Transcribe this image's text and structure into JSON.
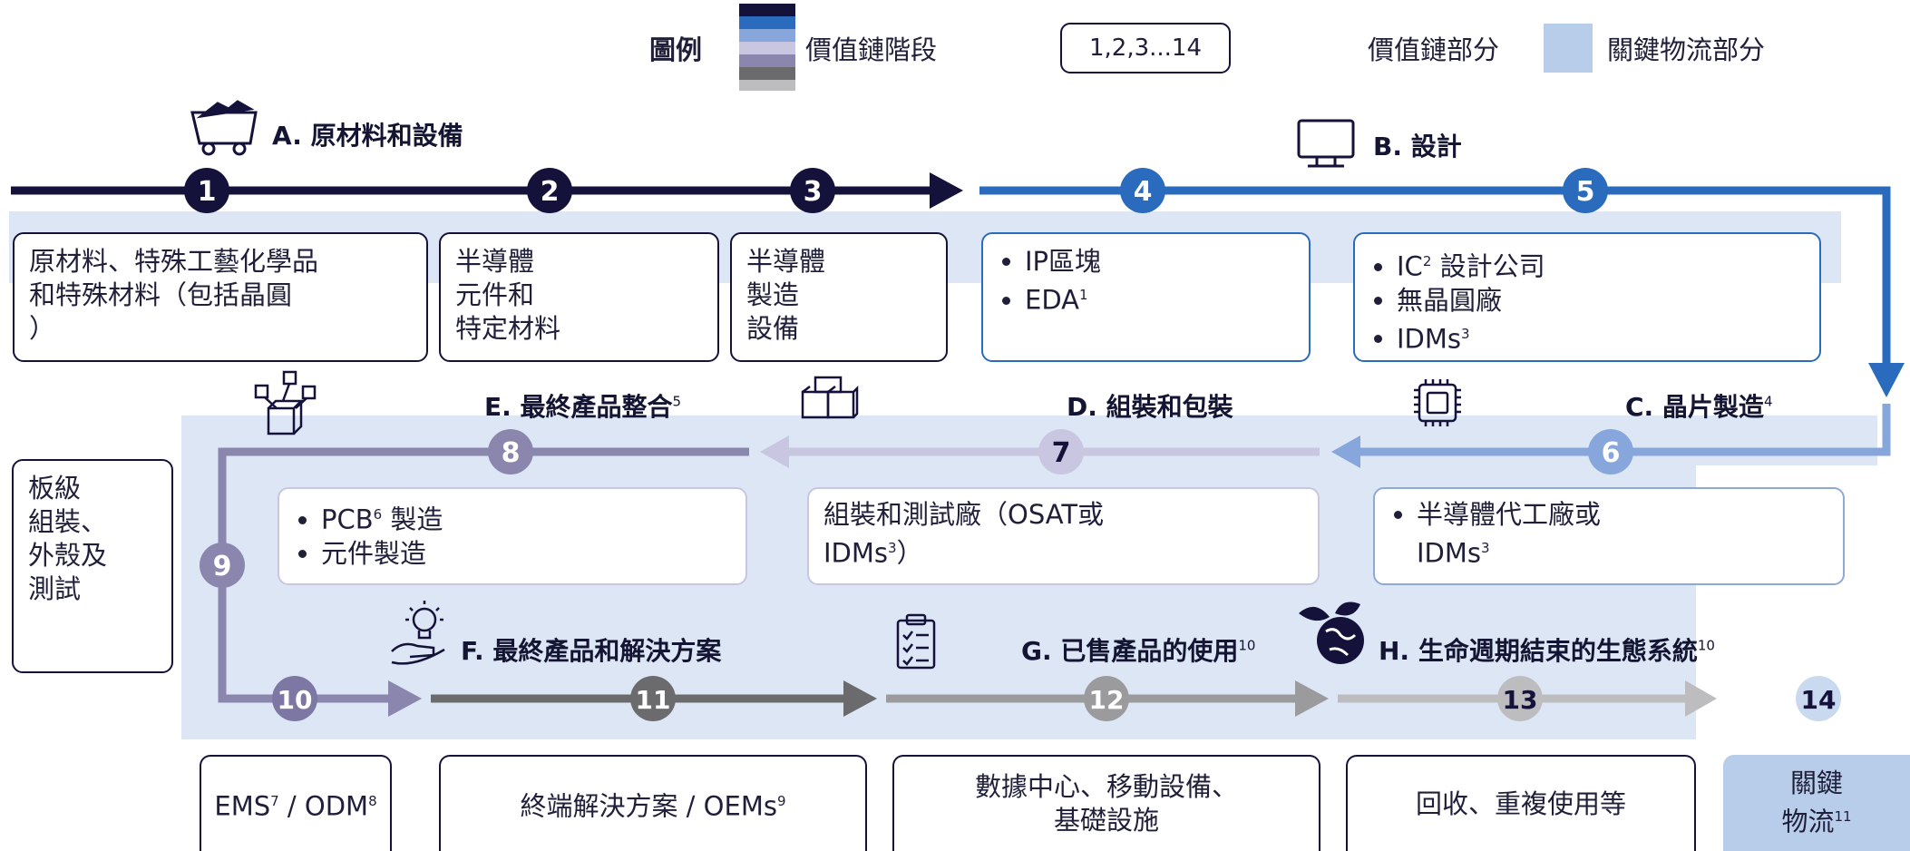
{
  "legend": {
    "title": "圖例",
    "stage_label": "價值鏈階段",
    "number_box": "1,2,3...14",
    "part_label": "價值鏈部分",
    "logistics_label": "關鍵物流部分"
  },
  "sections": {
    "A": {
      "title": "A. 原材料和設備"
    },
    "B": {
      "title": "B. 設計"
    },
    "C": {
      "title": "C. 晶片製造",
      "sup": "4"
    },
    "D": {
      "title": "D. 組裝和包裝"
    },
    "E": {
      "title": "E. 最終產品整合",
      "sup": "5"
    },
    "F": {
      "title": "F. 最終產品和解決方案"
    },
    "G": {
      "title": "G. 已售產品的使用",
      "sup": "10"
    },
    "H": {
      "title": "H. 生命週期結束的生態系統",
      "sup": "10"
    }
  },
  "stages": [
    "1",
    "2",
    "3",
    "4",
    "5",
    "6",
    "7",
    "8",
    "9",
    "10",
    "11",
    "12",
    "13",
    "14"
  ],
  "boxes": {
    "b1": {
      "lines": [
        "原材料、特殊工藝化學品",
        "和特殊材料（包括晶圓",
        "）"
      ]
    },
    "b2": {
      "lines": [
        "半導體",
        "元件和",
        "特定材料"
      ]
    },
    "b3": {
      "lines": [
        "半導體",
        "製造",
        "設備"
      ]
    },
    "b4": {
      "items": [
        "IP區塊",
        "EDA"
      ],
      "sups": [
        "",
        "1"
      ]
    },
    "b5": {
      "items": [
        "IC",
        "無晶圓廠",
        "IDMs"
      ],
      "after": [
        " 設計公司",
        "",
        ""
      ],
      "sups": [
        "2",
        "",
        "3"
      ]
    },
    "b6": {
      "item": "半導體代工廠或",
      "cont": "IDMs",
      "sup": "3"
    },
    "b7": {
      "line1": "組裝和測試廠（OSAT或",
      "line2a": "IDMs",
      "sup": "3",
      "line2b": "）"
    },
    "b8": {
      "items": [
        "PCB",
        "元件製造"
      ],
      "after": [
        " 製造",
        ""
      ],
      "sups": [
        "6",
        ""
      ]
    },
    "b9": {
      "lines": [
        "板級",
        "組裝、",
        "外殼及",
        "測試"
      ]
    },
    "b10": {
      "a": "EMS",
      "sa": "7",
      "b": " / ODM",
      "sb": "8"
    },
    "b11": {
      "a": "終端解決方案 / OEMs",
      "sa": "9"
    },
    "b12": {
      "lines": [
        "數據中心、移動設備、",
        "基礎設施"
      ]
    },
    "b13": {
      "text": "回收、重複使用等"
    },
    "b14": {
      "a": "關鍵",
      "b": "物流",
      "sb": "11"
    }
  },
  "icons": [
    "cart-icon",
    "monitor-icon",
    "chip-icon",
    "boxes-icon",
    "network-cubes-icon",
    "lightbulb-hand-icon",
    "clipboard-icon",
    "globe-leaf-icon",
    "legend-gradient-icon"
  ],
  "colors": {
    "navy": "#14123b",
    "blue": "#2a6bbd",
    "light_blue": "#86a6dc",
    "lavender": "#c8c6e0",
    "purple": "#8a86ae",
    "purple_dark": "#7c78a3",
    "gray_dark": "#6b6b6e",
    "gray_mid": "#9b9b9d",
    "gray_light": "#bdbdbf",
    "band": "#dce6f5",
    "logistics": "#b7cdea"
  }
}
